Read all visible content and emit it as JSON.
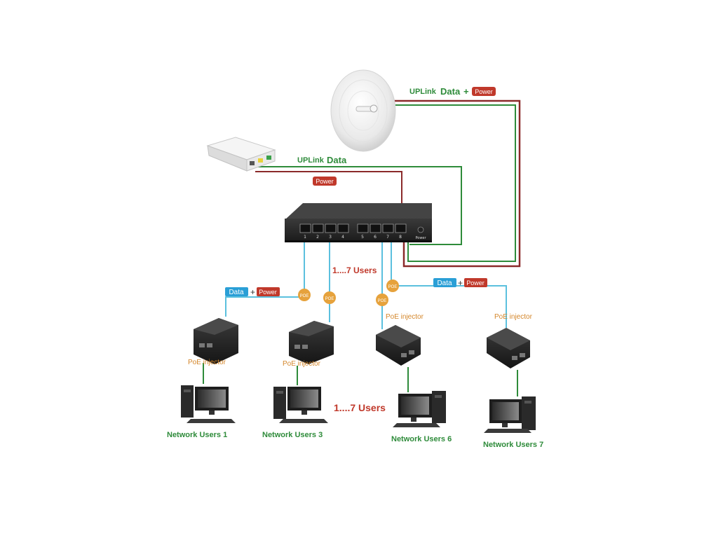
{
  "uplink_antenna": {
    "data_label": "UPLink",
    "data_word": "Data",
    "plus": "+",
    "power_badge": "Power"
  },
  "uplink_router": {
    "data_label": "UPLink",
    "data_word": "Data",
    "power_badge": "Power"
  },
  "switch": {
    "port_numbers": [
      "1",
      "2",
      "3",
      "4",
      "5",
      "6",
      "7",
      "8"
    ],
    "power_label": "Power"
  },
  "users_range_top": "1....7 Users",
  "users_range_bottom": "1....7 Users",
  "left_data_power": {
    "data": "Data",
    "plus": "+",
    "power": "Power"
  },
  "right_data_power": {
    "data": "Data",
    "plus": "+",
    "power": "Power"
  },
  "poe_badge": "POE",
  "injectors": [
    {
      "label": "PoE injector"
    },
    {
      "label": "PoE injector"
    },
    {
      "label": "PoE injector"
    },
    {
      "label": "PoE injector"
    }
  ],
  "users": [
    {
      "label": "Network Users 1"
    },
    {
      "label": "Network Users 3"
    },
    {
      "label": "Network Users 6"
    },
    {
      "label": "Network Users 7"
    }
  ],
  "colors": {
    "data_line": "#2e8b3a",
    "power_line": "#8b2a2a",
    "poe_line": "#5bc0de",
    "poe_badge": "#e6a23c",
    "power_badge": "#c0392b",
    "data_badge": "#2a9fd6"
  }
}
